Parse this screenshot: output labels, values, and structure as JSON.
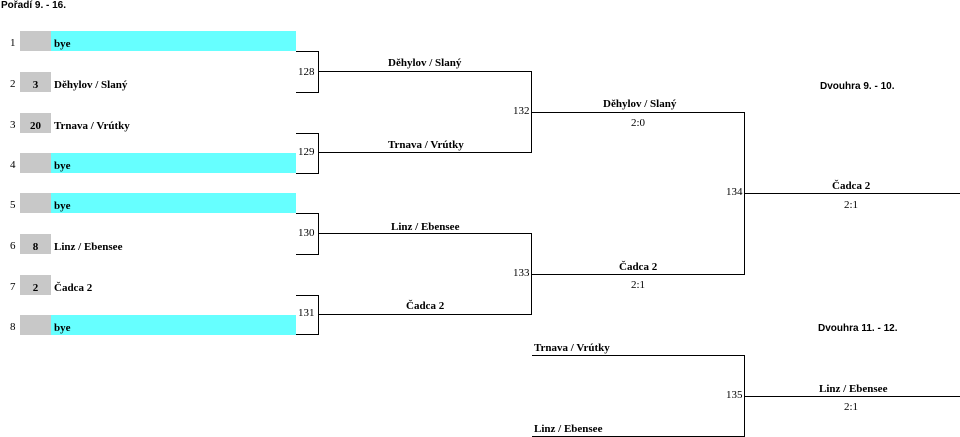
{
  "header": {
    "title": "Pořadí 9. - 16."
  },
  "slots": [
    {
      "pos": "1",
      "seed": "",
      "name": "bye",
      "is_bye": true
    },
    {
      "pos": "2",
      "seed": "3",
      "name": "Děhylov / Slaný",
      "is_bye": false
    },
    {
      "pos": "3",
      "seed": "20",
      "name": "Trnava / Vrútky",
      "is_bye": false
    },
    {
      "pos": "4",
      "seed": "",
      "name": "bye",
      "is_bye": true
    },
    {
      "pos": "5",
      "seed": "",
      "name": "bye",
      "is_bye": true
    },
    {
      "pos": "6",
      "seed": "8",
      "name": "Linz / Ebensee",
      "is_bye": false
    },
    {
      "pos": "7",
      "seed": "2",
      "name": "Čadca 2",
      "is_bye": false
    },
    {
      "pos": "8",
      "seed": "",
      "name": "bye",
      "is_bye": true
    }
  ],
  "round2": {
    "m128": {
      "number": "128",
      "winner": "Děhylov / Slaný"
    },
    "m129": {
      "number": "129",
      "winner": "Trnava / Vrútky"
    },
    "m130": {
      "number": "130",
      "winner": "Linz / Ebensee"
    },
    "m131": {
      "number": "131",
      "winner": "Čadca 2"
    }
  },
  "round3": {
    "m132": {
      "number": "132",
      "winner": "Děhylov / Slaný",
      "score": "2:0"
    },
    "m133": {
      "number": "133",
      "winner": "Čadca 2",
      "score": "2:1"
    }
  },
  "final": {
    "m134": {
      "number": "134",
      "winner": "Čadca 2",
      "score": "2:1"
    }
  },
  "playoff_labels": {
    "p9_10": "Dvouhra 9. - 10.",
    "p11_12": "Dvouhra 11. - 12."
  },
  "playoff_11_12": {
    "top": "Trnava / Vrútky",
    "bottom": "Linz / Ebensee",
    "number": "135",
    "winner": "Linz / Ebensee",
    "score": "2:1"
  },
  "colors": {
    "bye_fill": "#66ffff",
    "seed_fill": "#c8c8c8"
  }
}
